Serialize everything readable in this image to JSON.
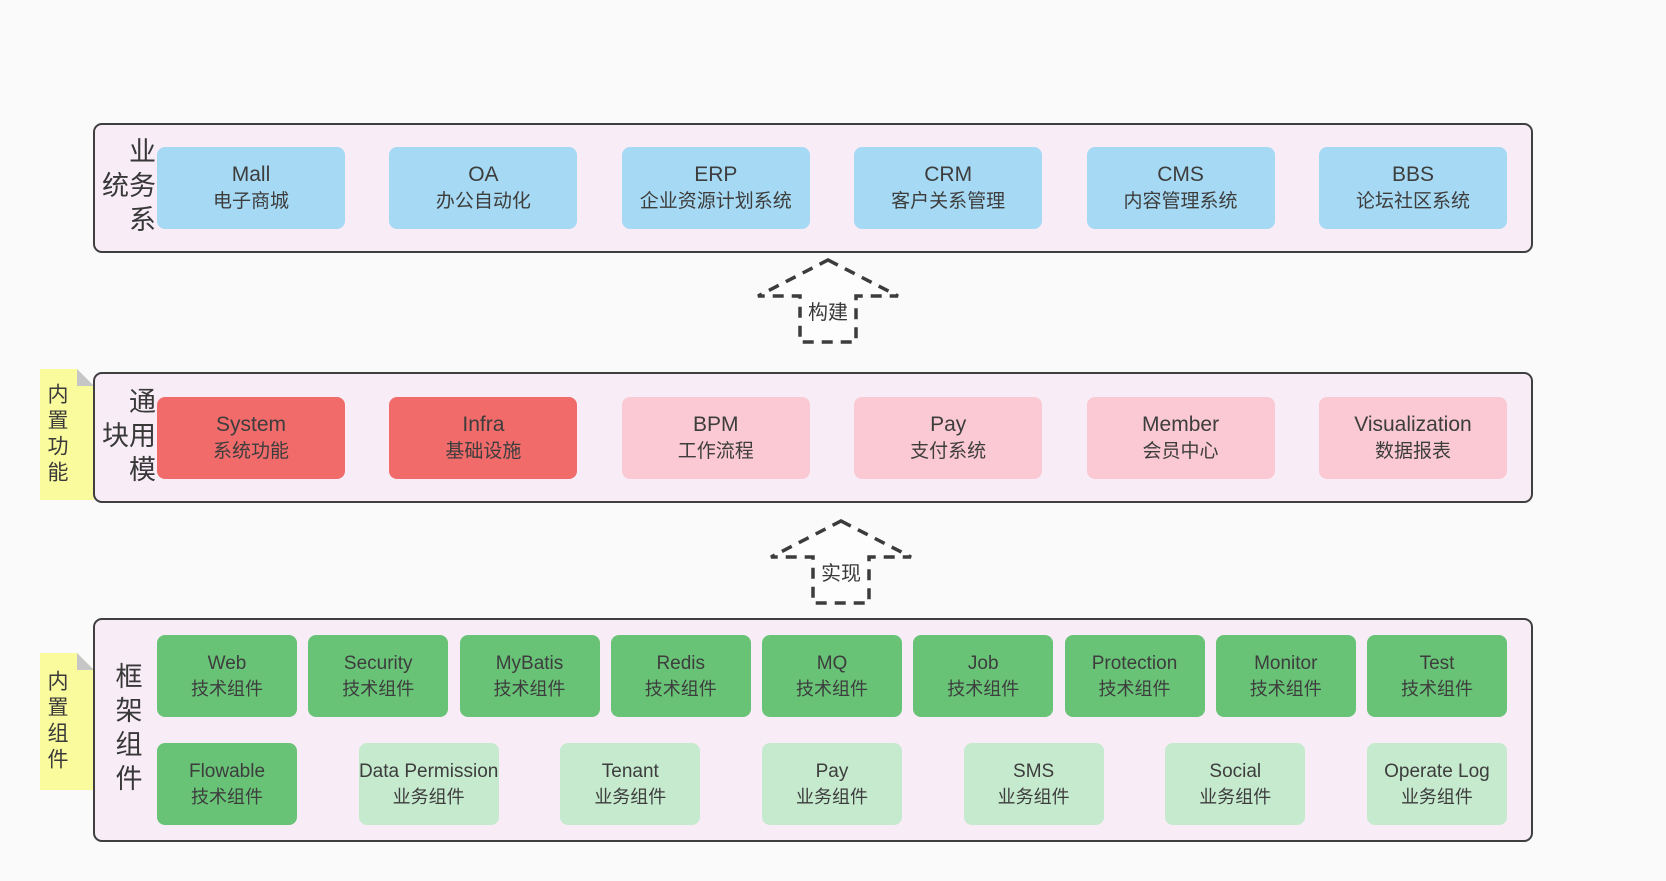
{
  "colors": {
    "page_background": "#fafafa",
    "band_background": "#f8edf7",
    "band_border": "#3f3f3f",
    "business_box": "#a6d9f3",
    "core_module_box": "#f16b6b",
    "optional_module_box": "#fac9d3",
    "tech_component_box": "#68c377",
    "biz_component_box": "#c6eace",
    "sticky_tag": "#fafb9d",
    "text": "#3d3d3d"
  },
  "bands": [
    {
      "label": "业务系统",
      "boxes": [
        {
          "title": "Mall",
          "subtitle": "电子商城"
        },
        {
          "title": "OA",
          "subtitle": "办公自动化"
        },
        {
          "title": "ERP",
          "subtitle": "企业资源计划系统"
        },
        {
          "title": "CRM",
          "subtitle": "客户关系管理"
        },
        {
          "title": "CMS",
          "subtitle": "内容管理系统"
        },
        {
          "title": "BBS",
          "subtitle": "论坛社区系统"
        }
      ]
    },
    {
      "label": "通用模块",
      "tag": "内置功能",
      "boxes": [
        {
          "title": "System",
          "subtitle": "系统功能"
        },
        {
          "title": "Infra",
          "subtitle": "基础设施"
        },
        {
          "title": "BPM",
          "subtitle": "工作流程"
        },
        {
          "title": "Pay",
          "subtitle": "支付系统"
        },
        {
          "title": "Member",
          "subtitle": "会员中心"
        },
        {
          "title": "Visualization",
          "subtitle": "数据报表"
        }
      ]
    },
    {
      "label": "框架组件",
      "tag": "内置组件",
      "boxes": [
        {
          "title": "Web",
          "subtitle": "技术组件"
        },
        {
          "title": "Security",
          "subtitle": "技术组件"
        },
        {
          "title": "MyBatis",
          "subtitle": "技术组件"
        },
        {
          "title": "Redis",
          "subtitle": "技术组件"
        },
        {
          "title": "MQ",
          "subtitle": "技术组件"
        },
        {
          "title": "Job",
          "subtitle": "技术组件"
        },
        {
          "title": "Protection",
          "subtitle": "技术组件"
        },
        {
          "title": "Monitor",
          "subtitle": "技术组件"
        },
        {
          "title": "Test",
          "subtitle": "技术组件"
        },
        {
          "title": "Flowable",
          "subtitle": "技术组件"
        },
        {
          "title": "Data Permission",
          "subtitle": "业务组件"
        },
        {
          "title": "Tenant",
          "subtitle": "业务组件"
        },
        {
          "title": "Pay",
          "subtitle": "业务组件"
        },
        {
          "title": "SMS",
          "subtitle": "业务组件"
        },
        {
          "title": "Social",
          "subtitle": "业务组件"
        },
        {
          "title": "Operate Log",
          "subtitle": "业务组件"
        }
      ]
    }
  ],
  "arrows": [
    {
      "label": "构建"
    },
    {
      "label": "实现"
    }
  ]
}
